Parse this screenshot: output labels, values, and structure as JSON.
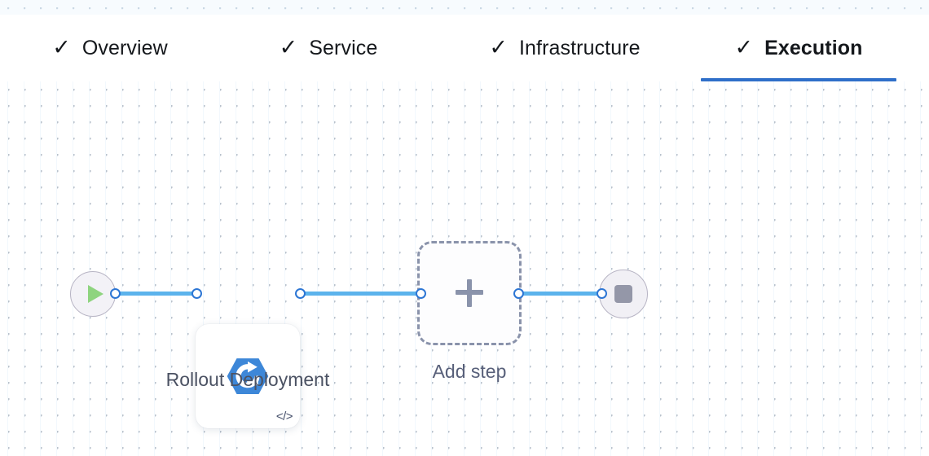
{
  "tabs": [
    {
      "id": "overview",
      "label": "Overview",
      "icon": "check-icon",
      "completed": true,
      "active": false
    },
    {
      "id": "service",
      "label": "Service",
      "icon": "check-icon",
      "completed": true,
      "active": false
    },
    {
      "id": "infrastructure",
      "label": "Infrastructure",
      "icon": "check-icon",
      "completed": true,
      "active": false
    },
    {
      "id": "execution",
      "label": "Execution",
      "icon": "check-icon",
      "completed": true,
      "active": true
    }
  ],
  "pipeline": {
    "start_node": {
      "icon": "play-icon"
    },
    "steps": [
      {
        "id": "rollout-deployment",
        "label": "Rollout Deployment",
        "icon": "rollout-deployment-icon",
        "badge": "</>",
        "badge_icon": "code-icon"
      }
    ],
    "add_step": {
      "label": "Add step",
      "icon": "plus-icon"
    },
    "end_node": {
      "icon": "stop-icon"
    }
  },
  "colors": {
    "accent": "#2f6fc9",
    "edge": "#5cb3ec",
    "port_ring": "#2d76d4",
    "node_icon_blue": "#3d87d8",
    "start_play_green": "#8ed47f",
    "end_stop_gray": "#9497a8",
    "dashed_border": "#8a93ab",
    "label_text": "#4b5263",
    "tab_text": "#15181c",
    "grid_dot": "#b9c2cc"
  }
}
